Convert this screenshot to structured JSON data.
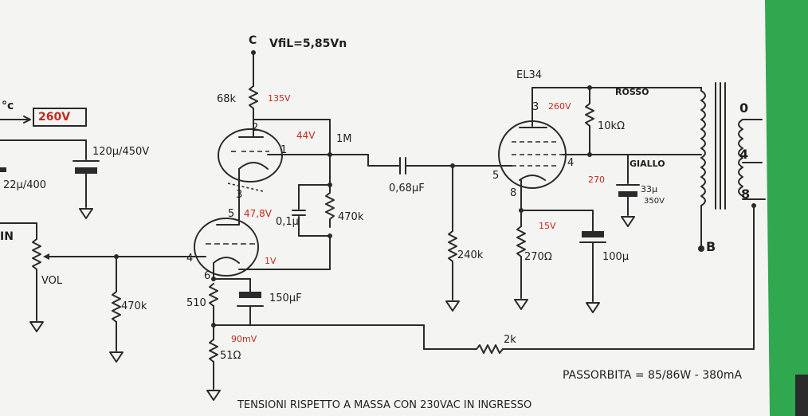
{
  "labels": {
    "c_top": "C",
    "vfil": "VfiL=5,85Vn",
    "c_left": "°c",
    "b260": "260V",
    "c120": "120µ/450V",
    "c22": "22µ/400",
    "in": "IN",
    "vol": "VOL",
    "r68k": "68k",
    "v135": "135V",
    "pin2": "2",
    "pin1": "1",
    "v44": "44V",
    "r1m": "1M",
    "pin3": "3",
    "pin5": "5",
    "v478": "47,8V",
    "c01": "0,1µ",
    "r470k_top": "470k",
    "pin4": "4",
    "pin6": "6",
    "v1": "1V",
    "r510": "510",
    "c150": "150µF",
    "v90m": "90mV",
    "r51": "51Ω",
    "r470k_bot": "470k",
    "c068": "0,68µF",
    "r240k": "240k",
    "el34": "EL34",
    "v260b": "260V",
    "p3b": "3",
    "r10k": "10kΩ",
    "rosso": "ROSSO",
    "p5b": "5",
    "p4b": "4",
    "v270": "270",
    "giallo": "GIALLO",
    "c33": "33µ",
    "c33v": "350V",
    "p8b": "8",
    "v15": "15V",
    "r270": "270Ω",
    "c100": "100µ",
    "t0": "0",
    "t4": "4",
    "t8": "8",
    "tB": "B",
    "r2k": "2k",
    "passorbita": "PASSORBITA = 85/86W - 380mA",
    "footer": "TENSIONI RISPETTO A MASSA CON 230VAC IN INGRESSO"
  }
}
